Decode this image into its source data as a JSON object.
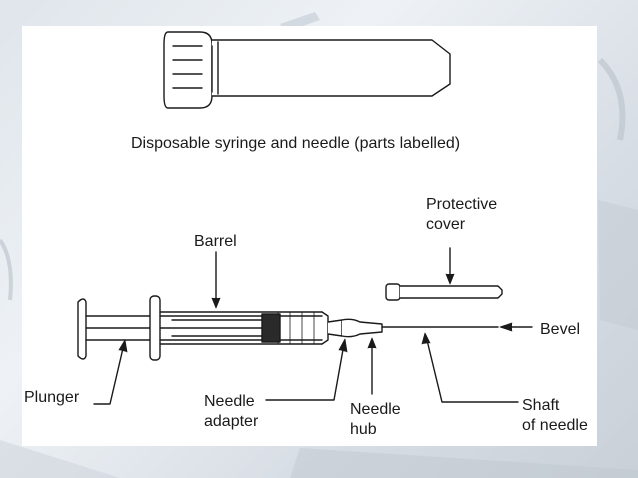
{
  "diagram": {
    "caption": "Disposable syringe and needle (parts labelled)",
    "labels": {
      "barrel": "Barrel",
      "protective_cover": "Protective\ncover",
      "bevel": "Bevel",
      "plunger": "Plunger",
      "needle_adapter": "Needle\nadapter",
      "needle_hub": "Needle\nhub",
      "shaft_of_needle": "Shaft\nof needle"
    }
  },
  "colors": {
    "line": "#1a1a1a",
    "plunger_seal": "#2a2a2a",
    "panel": "#ffffff"
  }
}
